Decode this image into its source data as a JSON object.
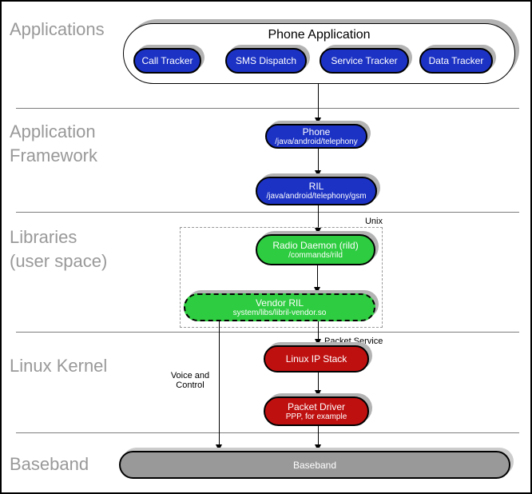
{
  "layers": {
    "applications": {
      "label": "Applications"
    },
    "framework": {
      "label": "Application\nFramework"
    },
    "libraries": {
      "label": "Libraries\n(user space)"
    },
    "kernel": {
      "label": "Linux Kernel"
    },
    "baseband": {
      "label": "Baseband"
    }
  },
  "nodes": {
    "phone_application": {
      "title": "Phone Application"
    },
    "call_tracker": {
      "label": "Call Tracker"
    },
    "sms_dispatch": {
      "label": "SMS Dispatch"
    },
    "service_tracker": {
      "label": "Service Tracker"
    },
    "data_tracker": {
      "label": "Data Tracker"
    },
    "phone": {
      "title": "Phone",
      "subtitle": "/java/android/telephony"
    },
    "ril": {
      "title": "RIL",
      "subtitle": "/java/android/telephony/gsm"
    },
    "radio_daemon": {
      "title": "Radio Daemon (rild)",
      "subtitle": "/commands/rild"
    },
    "vendor_ril": {
      "title": "Vendor RIL",
      "subtitle": "system/libs/libril-vendor.so"
    },
    "linux_ip_stack": {
      "title": "Linux IP Stack"
    },
    "packet_driver": {
      "title": "Packet Driver",
      "subtitle": "PPP, for example"
    },
    "baseband": {
      "title": "Baseband"
    }
  },
  "annotations": {
    "unix": "Unix",
    "voice_control": "Voice and\nControl",
    "packet_service": "Packet Service"
  },
  "colors": {
    "application_node": "#1c32c4",
    "library_node": "#2ecc40",
    "kernel_node": "#bf1010",
    "baseband_node": "#999999",
    "node_shadow": "#b3b3b3",
    "layer_label_text": "#999999"
  }
}
